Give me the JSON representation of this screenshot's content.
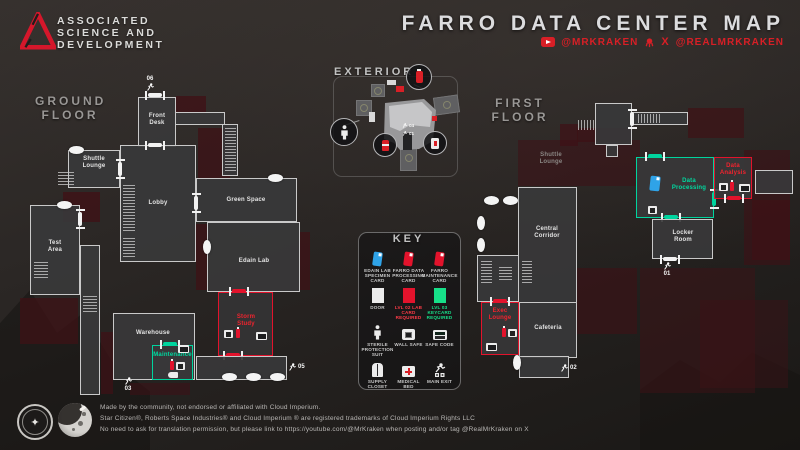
{
  "header": {
    "logo": {
      "line1": "ASSOCIATED",
      "line2": "SCIENCE AND",
      "line3": "DEVELOPMENT"
    },
    "title": "FARRO DATA CENTER MAP",
    "socials": {
      "youtube": "@MRKRAKEN",
      "x": "@REALMRKRAKEN",
      "x_logo": "X"
    }
  },
  "sections": {
    "ground": {
      "line1": "GROUND",
      "line2": "FLOOR"
    },
    "first": {
      "line1": "FIRST",
      "line2": "FLOOR"
    },
    "exterior": "EXTERIOR",
    "key": "KEY"
  },
  "ground_floor": {
    "rooms": {
      "front_desk": "Front Desk",
      "shuttle_lounge": "Shuttle Lounge",
      "lobby": "Lobby",
      "green_space": "Green Space",
      "test_area": "Test Area",
      "edain_lab": "Edain Lab",
      "storm_study": "Storm Study",
      "warehouse": "Warehouse",
      "maintenance": "Maintenance"
    },
    "exits": {
      "e03": "03",
      "e05": "05",
      "e06": "06"
    }
  },
  "first_floor": {
    "rooms": {
      "shuttle_lounge": "Shuttle Lounge",
      "central_corridor": "Central Corridor",
      "data_processing": "Data Processing",
      "data_analysis": "Data Analysis",
      "locker_room": "Locker Room",
      "exec_lounge": "Exec Lounge",
      "cafeteria": "Cafeteria"
    },
    "exits": {
      "e01": "01",
      "e02": "02"
    }
  },
  "exterior": {
    "markers": {
      "m04": "04",
      "m01": "01"
    }
  },
  "key": {
    "items": [
      {
        "label": "EDAIN LAB SPECIMEN CARD"
      },
      {
        "label": "FARRO DATA PROCESSING CARD"
      },
      {
        "label": "FARRO MAINTENANCE CARD"
      },
      {
        "label": "DOOR"
      },
      {
        "label": "LVL 02 LAB CARD REQUIRED"
      },
      {
        "label": "LVL 03 KEYCARD REQUIRED"
      },
      {
        "label": "STERILE PROTECTION SUIT"
      },
      {
        "label": "WALL SAFE"
      },
      {
        "label": "SAFE CODE"
      },
      {
        "label": "SUPPLY CLOSET"
      },
      {
        "label": "MEDICAL BED"
      },
      {
        "label": "MAIN EXIT"
      }
    ]
  },
  "footer": {
    "line1": "Made by the community, not endorsed or affiliated with Cloud Imperium.",
    "line2": "Star Citizen®, Roberts Space Industries® and Cloud Imperium ® are registered trademarks of Cloud Imperium Rights LLC",
    "line3": "No need to ask for translation permission, but please link to https://youtube.com/@MrKraken when posting and/or tag @RealMrKraken on X"
  },
  "colors": {
    "accent_red": "#e3132c",
    "accent_teal": "#00d49e",
    "room_fill": "#39393b",
    "room_stroke": "#c9c9c9",
    "inaccessible_maroon": "#3e1116",
    "title_silver": "#dcdcde",
    "social_red": "#d81f26",
    "key_level2_red": "#ff3b47",
    "key_level3_green": "#17e089",
    "card_blue": "#2fa3e8"
  }
}
